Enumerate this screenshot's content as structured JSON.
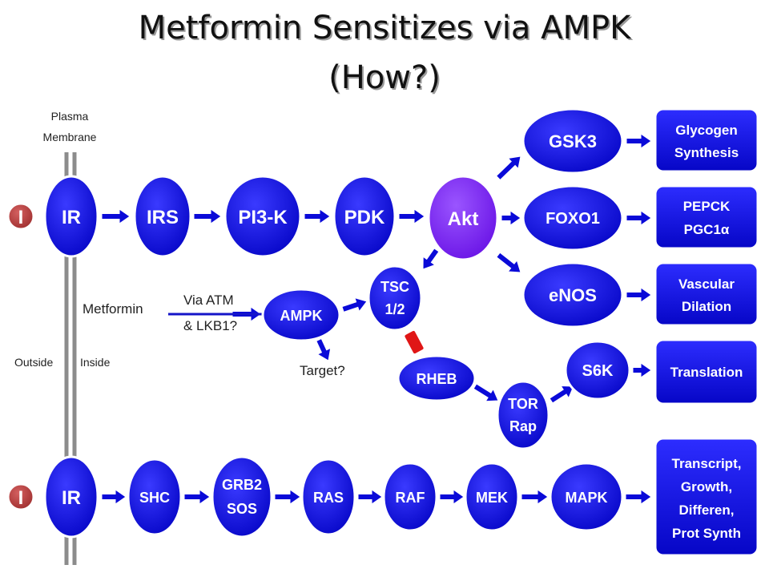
{
  "title": {
    "line1": "Metformin Sensitizes via AMPK",
    "line2": "(How?)"
  },
  "labels": {
    "plasma_membrane_1": "Plasma",
    "plasma_membrane_2": "Membrane",
    "outside": "Outside",
    "inside": "Inside",
    "metformin": "Metformin",
    "via_atm_1": "Via ATM",
    "via_atm_2": "& LKB1?",
    "target": "Target?"
  },
  "insulin": {
    "label": "I"
  },
  "nodes": {
    "ir_top": "IR",
    "irs": "IRS",
    "pi3k": "PI3-K",
    "pdk": "PDK",
    "akt": "Akt",
    "gsk3": "GSK3",
    "foxo1": "FOXO1",
    "enos": "eNOS",
    "ampk": "AMPK",
    "tsc_1": "TSC",
    "tsc_2": "1/2",
    "rheb": "RHEB",
    "tor_1": "TOR",
    "tor_2": "Rap",
    "s6k": "S6K",
    "ir_bottom": "IR",
    "shc": "SHC",
    "grb2_1": "GRB2",
    "grb2_2": "SOS",
    "ras": "RAS",
    "raf": "RAF",
    "mek": "MEK",
    "mapk": "MAPK"
  },
  "outcomes": {
    "glycogen_1": "Glycogen",
    "glycogen_2": "Synthesis",
    "pepck_1": "PEPCK",
    "pepck_2": "PGC1α",
    "vascular_1": "Vascular",
    "vascular_2": "Dilation",
    "translation": "Translation",
    "transcript_1": "Transcript,",
    "transcript_2": "Growth,",
    "transcript_3": "Differen,",
    "transcript_4": "Prot Synth"
  },
  "colors": {
    "node": "#0a0ad8",
    "akt": "#7a22f2",
    "insulin": "#b33b3b",
    "inhibit": "#e01616",
    "membrane": "#8c8c8c"
  }
}
